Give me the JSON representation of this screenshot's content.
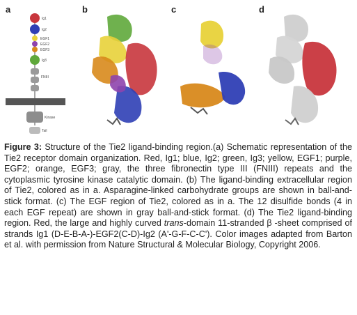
{
  "figure": {
    "panel_labels": [
      "a",
      "b",
      "c",
      "d"
    ],
    "schematic_labels": {
      "ig1": "Ig1",
      "ig2": "Ig2",
      "egf1": "EGF1",
      "egf2": "EGF2",
      "egf3": "EGF3",
      "ig3": "Ig3",
      "fn": "FNIII",
      "kinase": "Kinase",
      "tail": "Tail"
    },
    "colors": {
      "red": "#c8363d",
      "blue": "#2f3fb5",
      "green": "#5fa83b",
      "yellow": "#e8d23a",
      "purple": "#8e44ad",
      "orange": "#d8891c",
      "gray": "#8d8d8d"
    }
  },
  "caption": {
    "label": "Figure 3:",
    "text_1": " Structure of the Tie2 ligand-binding region.(a) Schematic representation of the Tie2 receptor domain organization. Red, Ig1; blue, Ig2; green, Ig3; yellow, EGF1; purple, EGF2; orange, EGF3; gray, the three fibronectin type III (FNIII) repeats and the cytoplasmic tyrosine kinase catalytic domain. (b) The ligand-binding extracellular region of Tie2, colored as in a. Asparagine-linked carbohydrate groups are shown in ball-and-stick format. (c) The EGF region of Tie2, colored as in a. The 12 disulfide bonds (4 in each EGF repeat) are shown in gray ball-and-stick format. (d) The Tie2 ligand-binding region. Red, the large and highly curved ",
    "italic": "trans",
    "text_2": "-domain 11-stranded β -sheet comprised of strands Ig1 (D-E-B-A-)-EGF2(C-D)-Ig2 (A'-G-F-C-C'). Color images adapted from Barton et al. with permission from Nature Structural & Molecular Biology, Copyright 2006."
  }
}
